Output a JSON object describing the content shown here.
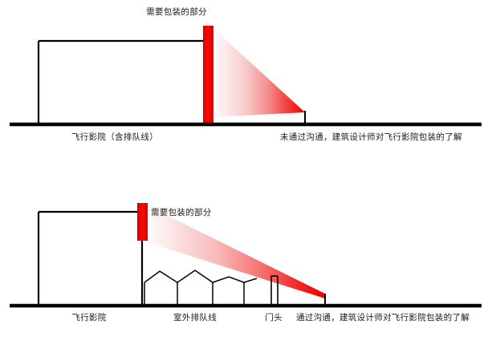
{
  "diagram": {
    "title_top_label": "需要包装的部分",
    "title_bottom_label": "需要包装的部分",
    "colors": {
      "accent_red": "#ee0000",
      "bar_red": "#e60000",
      "line_black": "#000000",
      "background": "#ffffff"
    },
    "panels": [
      {
        "id": "top-panel",
        "name": "without-communication",
        "labels": {
          "packaging_part": "需要包装的部分",
          "building": "飞行影院（含排队线）",
          "conclusion": "未通过沟通，建筑设计师对飞行影院包装的了解"
        }
      },
      {
        "id": "bottom-panel",
        "name": "with-communication",
        "labels": {
          "packaging_part": "需要包装的部分",
          "building": "飞行影院",
          "queue_line": "室外排队线",
          "gate": "门头",
          "conclusion": "通过沟通，建筑设计师对飞行影院包装的了解"
        }
      }
    ]
  }
}
